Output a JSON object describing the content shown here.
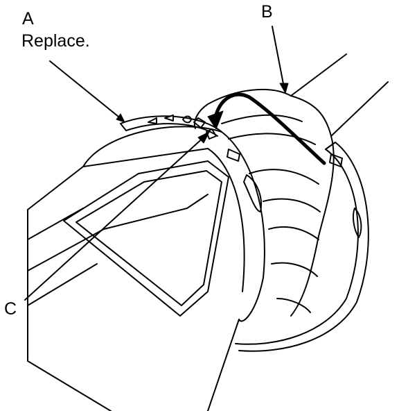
{
  "callouts": {
    "a": {
      "letter": "A",
      "note": "Replace."
    },
    "b": {
      "letter": "B"
    },
    "c": {
      "letter": "C"
    }
  },
  "colors": {
    "ink": "#000000",
    "paper": "#ffffff"
  },
  "icons": [
    "arrow-head",
    "band-clamp",
    "boot-cover",
    "drive-shaft"
  ]
}
